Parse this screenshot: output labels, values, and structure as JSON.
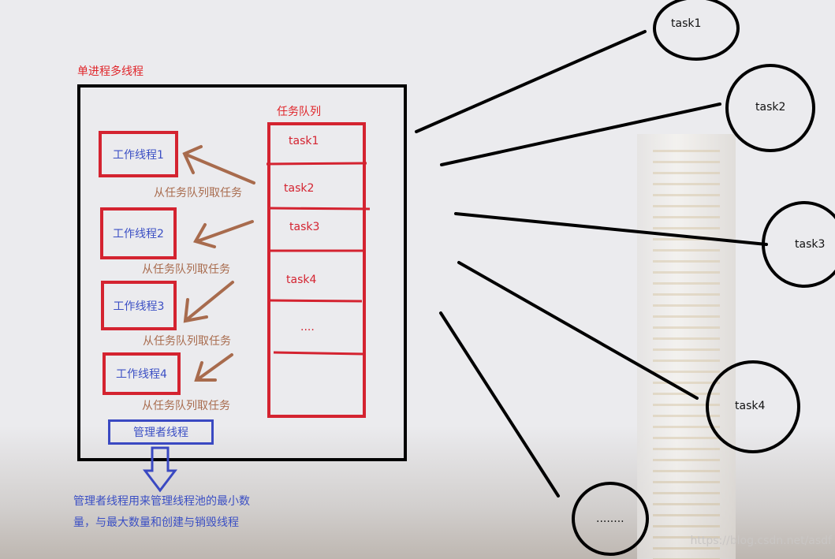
{
  "process_title": "单进程多线程",
  "queue_title": "任务队列",
  "threads": [
    "工作线程1",
    "工作线程2",
    "工作线程3",
    "工作线程4"
  ],
  "fetch_label": "从任务队列取任务",
  "queue_tasks": [
    "task1",
    "task2",
    "task3",
    "task4",
    "...."
  ],
  "manager_label": "管理者线程",
  "manager_note": [
    "管理者线程用来管理线程池的最小数",
    "量，与最大数量和创建与销毁线程"
  ],
  "external_tasks": [
    "task1",
    "task2",
    "task3",
    "task4",
    "........"
  ],
  "watermark": "https://blog.csdn.net/asdf",
  "colors": {
    "red": "#d42330",
    "blue": "#3a49c2",
    "brown": "#a86b4d",
    "black": "#000000"
  }
}
